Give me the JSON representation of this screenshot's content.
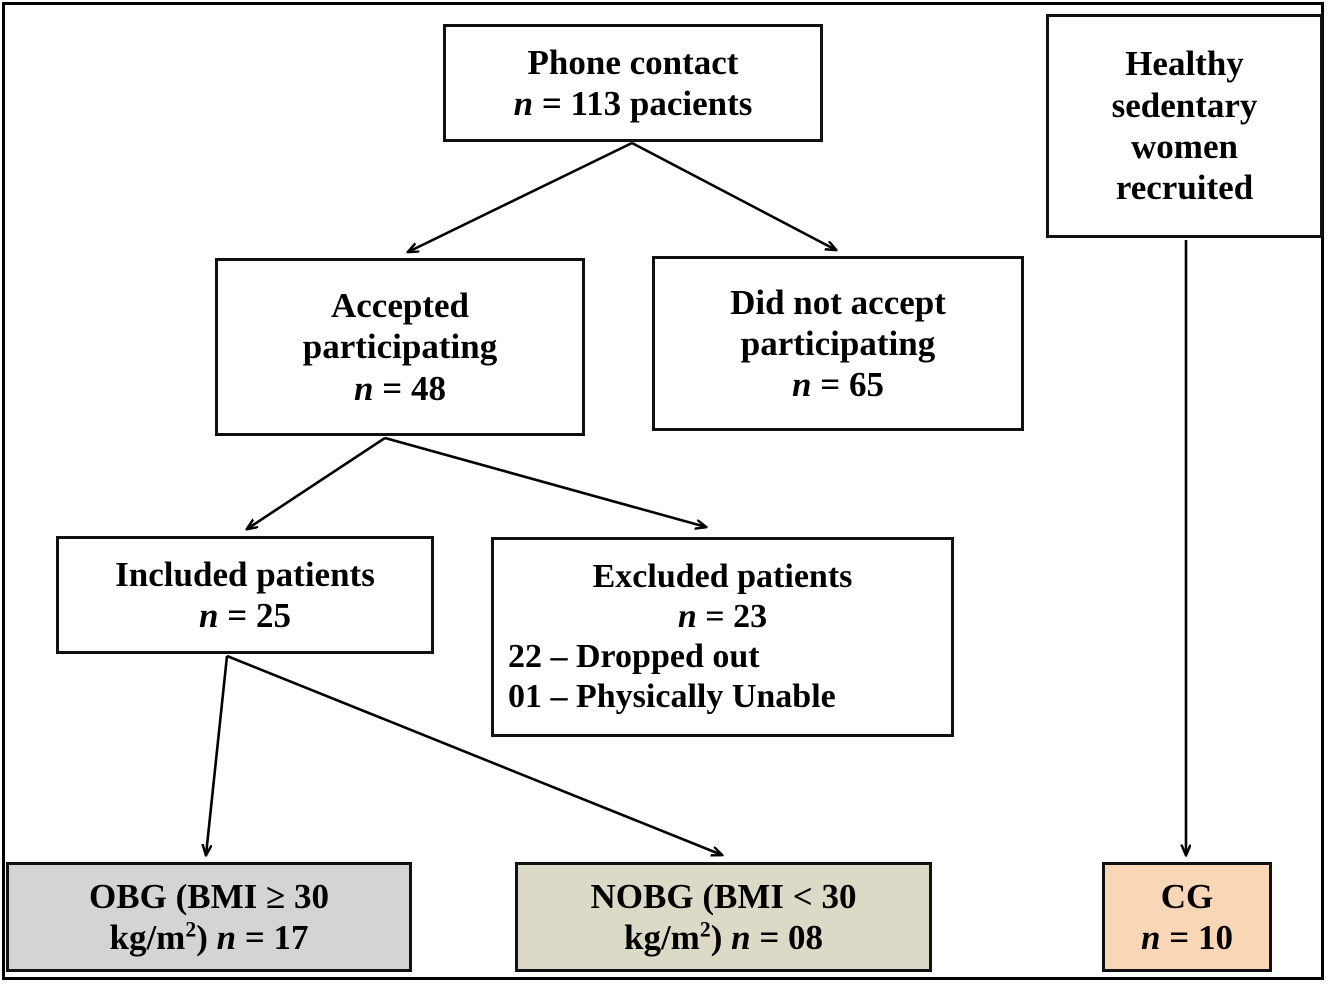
{
  "figure": {
    "type": "participant-flow-diagram",
    "title": "Study participant flow",
    "frame_border_color": "#000000",
    "background": "#ffffff"
  },
  "chart_data": {
    "type": "diagram",
    "title": "Study participant flow diagram",
    "nodes": [
      {
        "id": "phone",
        "lines": [
          "Phone contact",
          "n = 113 pacients"
        ],
        "n": 113,
        "fill": "#ffffff"
      },
      {
        "id": "healthy",
        "lines": [
          "Healthy",
          "sedentary",
          "women",
          "recruited"
        ],
        "n": null,
        "fill": "#ffffff"
      },
      {
        "id": "accepted",
        "lines": [
          "Accepted",
          "participating",
          "n = 48"
        ],
        "n": 48,
        "fill": "#ffffff"
      },
      {
        "id": "notaccepted",
        "lines": [
          "Did not accept",
          "participating",
          "n = 65"
        ],
        "n": 65,
        "fill": "#ffffff"
      },
      {
        "id": "included",
        "lines": [
          "Included patients",
          "n = 25"
        ],
        "n": 25,
        "fill": "#ffffff"
      },
      {
        "id": "excluded",
        "lines": [
          "Excluded patients",
          "n = 23",
          "22 – Dropped out",
          "01 – Physically Unable"
        ],
        "n": 23,
        "fill": "#ffffff"
      },
      {
        "id": "obg",
        "lines": [
          "OBG (BMI ≥ 30",
          "kg/m2) n = 17"
        ],
        "n": 17,
        "fill": "#d4d4d4"
      },
      {
        "id": "nobg",
        "lines": [
          "NOBG (BMI < 30",
          "kg/m2) n = 08"
        ],
        "n": 8,
        "fill": "#dcd9c7"
      },
      {
        "id": "cg",
        "lines": [
          "CG",
          "n = 10"
        ],
        "n": 10,
        "fill": "#f9d6b6"
      }
    ],
    "edges": [
      {
        "from": "phone",
        "to": "accepted"
      },
      {
        "from": "phone",
        "to": "notaccepted"
      },
      {
        "from": "accepted",
        "to": "included"
      },
      {
        "from": "accepted",
        "to": "excluded"
      },
      {
        "from": "included",
        "to": "obg"
      },
      {
        "from": "included",
        "to": "nobg"
      },
      {
        "from": "healthy",
        "to": "cg"
      }
    ]
  },
  "nodes": {
    "phone": {
      "line1": "Phone contact",
      "n_symbol": "n",
      "n_value": " = 113 pacients"
    },
    "healthy": {
      "line1": "Healthy",
      "line2": "sedentary",
      "line3": "women",
      "line4": "recruited"
    },
    "accepted": {
      "line1": "Accepted",
      "line2": "participating",
      "n_symbol": "n",
      "n_value": " = 48"
    },
    "not_accepted": {
      "line1": "Did not accept",
      "line2": "participating",
      "n_symbol": "n",
      "n_value": " = 65"
    },
    "included": {
      "line1": "Included patients",
      "n_symbol": "n",
      "n_value": " = 25"
    },
    "excluded": {
      "line1": "Excluded patients",
      "n_symbol": "n",
      "n_value": " = 23",
      "reason1": "22 – Dropped out",
      "reason2": "01 – Physically Unable"
    },
    "obg": {
      "line1_a": "OBG (BMI ≥ 30",
      "line2_a": "kg/m",
      "line2_sup": "2",
      "line2_b": ") ",
      "n_symbol": "n",
      "n_value": " = 17",
      "fill": "#d4d4d4"
    },
    "nobg": {
      "line1_a": "NOBG (BMI < 30",
      "line2_a": "kg/m",
      "line2_sup": "2",
      "line2_b": ") ",
      "n_symbol": "n",
      "n_value": " = 08",
      "fill": "#dcd9c7"
    },
    "cg": {
      "line1": "CG",
      "n_symbol": "n",
      "n_value": " = 10",
      "fill": "#f9d6b6"
    }
  }
}
